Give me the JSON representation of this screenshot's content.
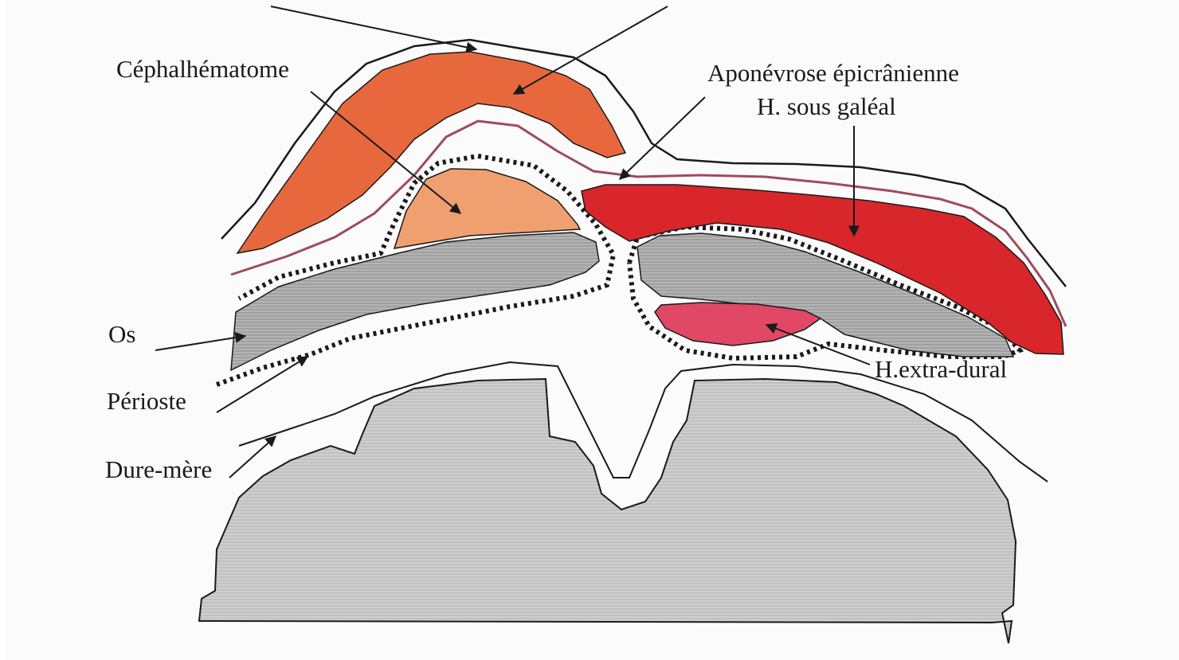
{
  "diagram": {
    "labels": {
      "cephalhematome": "Céphalhématome",
      "aponevrose": "Aponévrose épicrânienne",
      "sous_galeal": "H. sous galéal",
      "os": "Os",
      "perioste": "Périoste",
      "dure_mere": "Dure-mère",
      "extra_dural": "H.extra-dural"
    },
    "colors": {
      "cephalhematome": "#f0a070",
      "scalp_hematoma": "#e8683e",
      "sous_galeal": "#d8262a",
      "extra_dural": "#e04866",
      "bone": "#a8a8a8",
      "brain": "#c8c8c8",
      "galea_line": "#a04a5e",
      "outline": "#1a1a1a"
    }
  }
}
